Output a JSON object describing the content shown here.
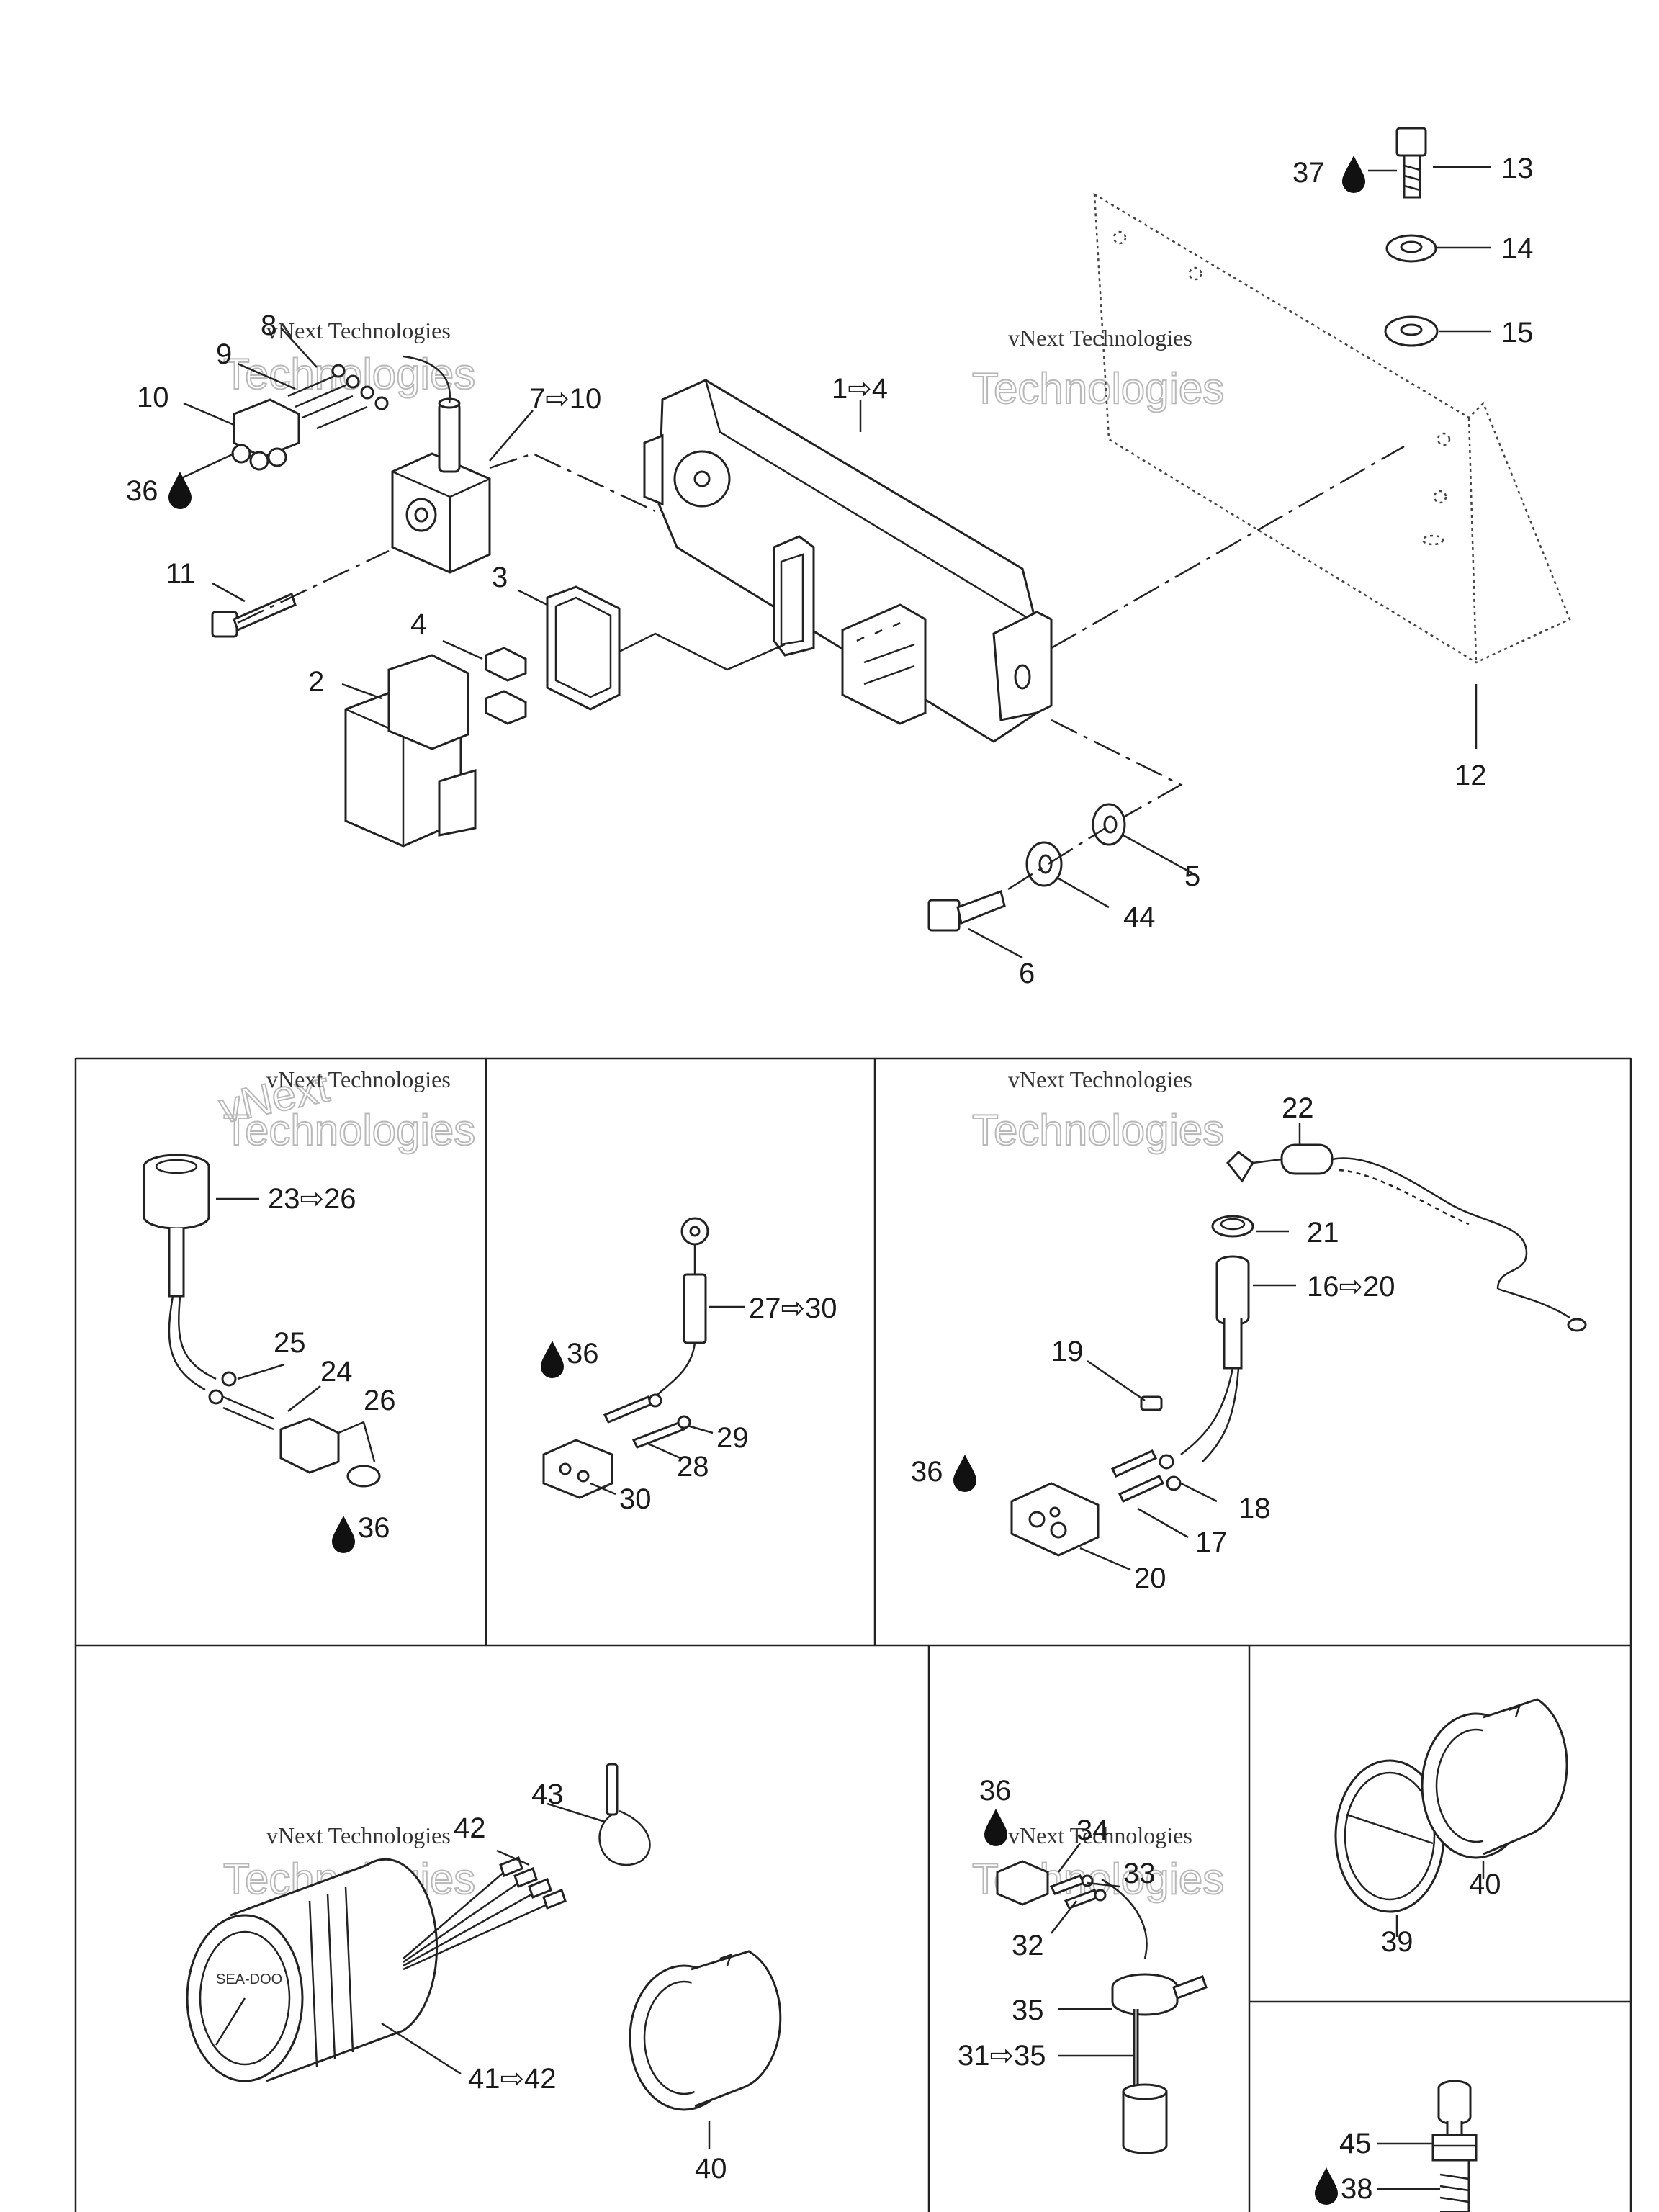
{
  "watermark": {
    "line1": "vNext",
    "line2": "vNext Technologies",
    "line3": "Technologies"
  },
  "callouts": {
    "c1_4": "1⇨4",
    "c2": "2",
    "c3": "3",
    "c4": "4",
    "c5": "5",
    "c6": "6",
    "c7_10": "7⇨10",
    "c8": "8",
    "c9": "9",
    "c10": "10",
    "c11": "11",
    "c12": "12",
    "c13": "13",
    "c14": "14",
    "c15": "15",
    "c16_20": "16⇨20",
    "c17": "17",
    "c18": "18",
    "c19": "19",
    "c20": "20",
    "c21": "21",
    "c22": "22",
    "c23_26": "23⇨26",
    "c24": "24",
    "c25": "25",
    "c26": "26",
    "c27_30": "27⇨30",
    "c28": "28",
    "c29": "29",
    "c30": "30",
    "c31_35": "31⇨35",
    "c32": "32",
    "c33": "33",
    "c34": "34",
    "c35": "35",
    "c36a": "36",
    "c36b": "36",
    "c36c": "36",
    "c36d": "36",
    "c36e": "36",
    "c37": "37",
    "c38": "38",
    "c39": "39",
    "c40a": "40",
    "c40b": "40",
    "c41_42": "41⇨42",
    "c42": "42",
    "c43": "43",
    "c44": "44",
    "c45": "45"
  },
  "icons": {
    "sealant": "drop-icon"
  },
  "gauge_logo": "SEA-DOO"
}
